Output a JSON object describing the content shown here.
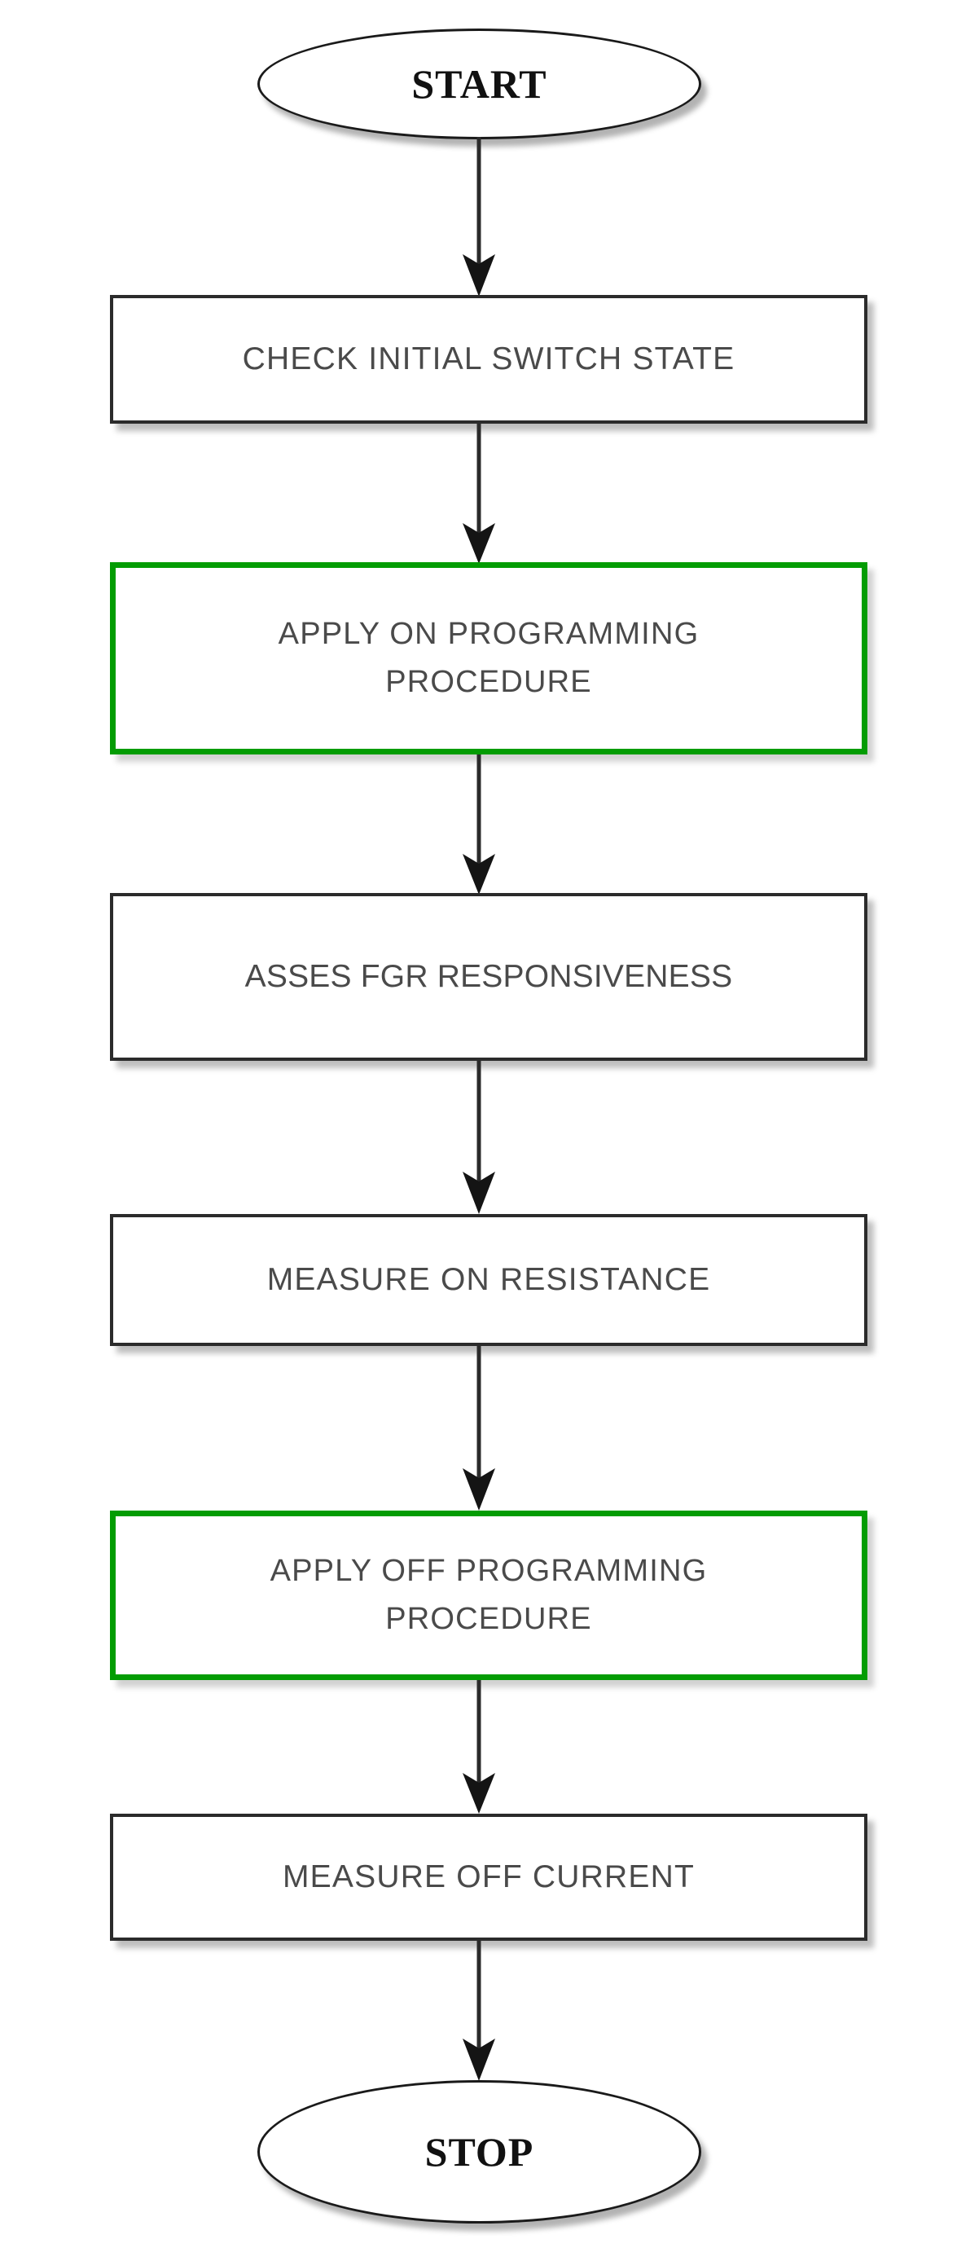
{
  "diagram": {
    "title": "Switch characterization test flowchart",
    "orientation": "top-to-bottom",
    "background_color": "#ffffff",
    "node_fill_color": "#ffffff",
    "node_border_color": "#2b2b2b",
    "highlight_border_color": "#039c03",
    "text_color": "#4a4a4a",
    "terminator_text_color": "#111111",
    "connector_color": "#2b2b2b"
  },
  "nodes": [
    {
      "id": "start",
      "type": "terminator",
      "label": "START",
      "highlighted": false
    },
    {
      "id": "check-initial-switch-state",
      "type": "process",
      "label": "CHECK INITIAL SWITCH STATE",
      "highlighted": false
    },
    {
      "id": "apply-on-programming-procedure",
      "type": "process",
      "label": "APPLY ON PROGRAMMING\nPROCEDURE",
      "highlighted": true
    },
    {
      "id": "asses-fgr-responsiveness",
      "type": "process",
      "label": "ASSES FGR RESPONSIVENESS",
      "highlighted": false
    },
    {
      "id": "measure-on-resistance",
      "type": "process",
      "label": "MEASURE ON RESISTANCE",
      "highlighted": false
    },
    {
      "id": "apply-off-programming-procedure",
      "type": "process",
      "label": "APPLY OFF PROGRAMMING\nPROCEDURE",
      "highlighted": true
    },
    {
      "id": "measure-off-current",
      "type": "process",
      "label": "MEASURE OFF CURRENT",
      "highlighted": false
    },
    {
      "id": "stop",
      "type": "terminator",
      "label": "STOP",
      "highlighted": false
    }
  ],
  "edges": [
    {
      "from": "start",
      "to": "check-initial-switch-state",
      "arrow": "down"
    },
    {
      "from": "check-initial-switch-state",
      "to": "apply-on-programming-procedure",
      "arrow": "down"
    },
    {
      "from": "apply-on-programming-procedure",
      "to": "asses-fgr-responsiveness",
      "arrow": "down"
    },
    {
      "from": "asses-fgr-responsiveness",
      "to": "measure-on-resistance",
      "arrow": "down"
    },
    {
      "from": "measure-on-resistance",
      "to": "apply-off-programming-procedure",
      "arrow": "down"
    },
    {
      "from": "apply-off-programming-procedure",
      "to": "measure-off-current",
      "arrow": "down"
    },
    {
      "from": "measure-off-current",
      "to": "stop",
      "arrow": "down"
    }
  ]
}
